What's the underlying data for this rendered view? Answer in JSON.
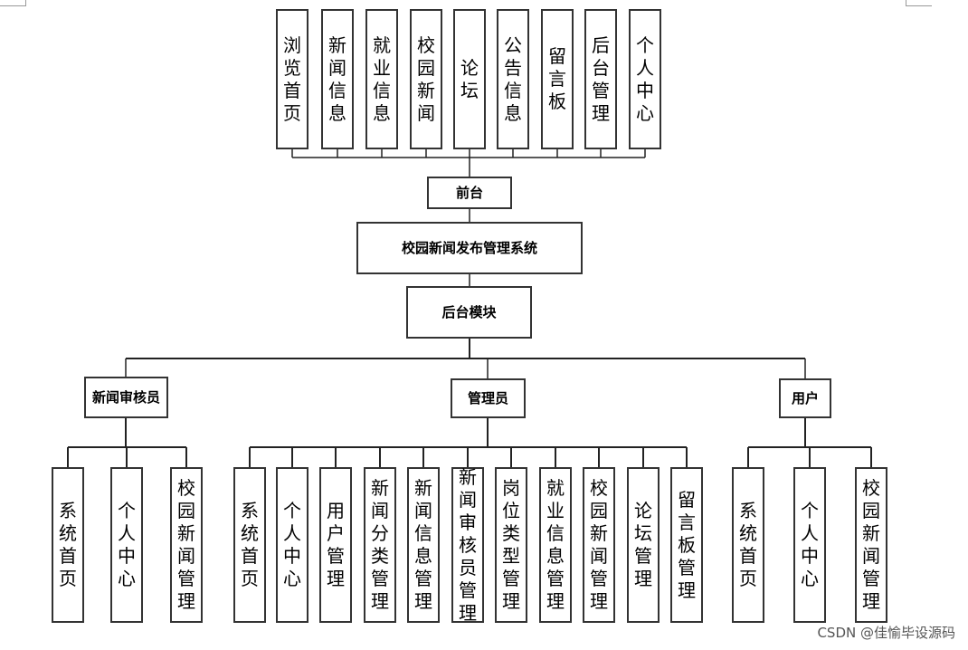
{
  "frontend": {
    "modules": [
      "浏览首页",
      "新闻信息",
      "就业信息",
      "校园新闻",
      "论坛",
      "公告信息",
      "留言板",
      "后台管理",
      "个人中心"
    ],
    "label": "前台"
  },
  "system": {
    "title": "校园新闻发布管理系统"
  },
  "backend": {
    "label": "后台模块"
  },
  "roles": {
    "reviewer": {
      "label": "新闻审核员",
      "modules": [
        "系统首页",
        "个人中心",
        "校园新闻管理"
      ]
    },
    "admin": {
      "label": "管理员",
      "modules": [
        "系统首页",
        "个人中心",
        "用户管理",
        "新闻分类管理",
        "新闻信息管理",
        "新闻审核员管理",
        "岗位类型管理",
        "就业信息管理",
        "校园新闻管理",
        "论坛管理",
        "留言板管理"
      ]
    },
    "user": {
      "label": "用户",
      "modules": [
        "系统首页",
        "个人中心",
        "校园新闻管理"
      ]
    }
  },
  "watermark": "CSDN @佳愉毕设源码"
}
